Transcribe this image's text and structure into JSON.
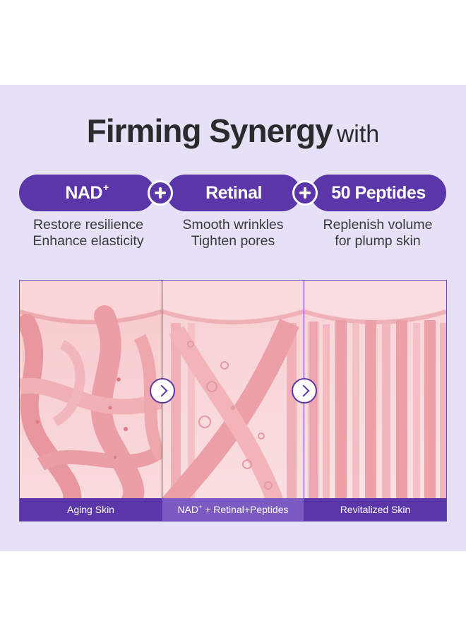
{
  "title": {
    "main": "Firming Synergy",
    "suffix": "with"
  },
  "ingredients": [
    {
      "name": "NAD",
      "sup": "+",
      "lines": [
        "Restore resilience",
        "Enhance elasticity"
      ]
    },
    {
      "name": "Retinal",
      "sup": "",
      "lines": [
        "Smooth wrinkles",
        "Tighten pores"
      ]
    },
    {
      "name": "50 Peptides",
      "sup": "",
      "lines": [
        "Replenish volume",
        "for plump skin"
      ]
    }
  ],
  "stages": [
    {
      "label": "Aging Skin"
    },
    {
      "label_pre": "NAD",
      "label_sup": "+",
      "label_post": " + Retinal+Peptides"
    },
    {
      "label": "Revitalized Skin"
    }
  ],
  "icons": {
    "join": "plus-icon",
    "next": "chevron-right-icon"
  },
  "colors": {
    "background": "#e6e1f6",
    "accent": "#5b36a8",
    "accent_light": "#7b5bc2",
    "text": "#2b2b2e",
    "skin": "#f3b6bd"
  }
}
